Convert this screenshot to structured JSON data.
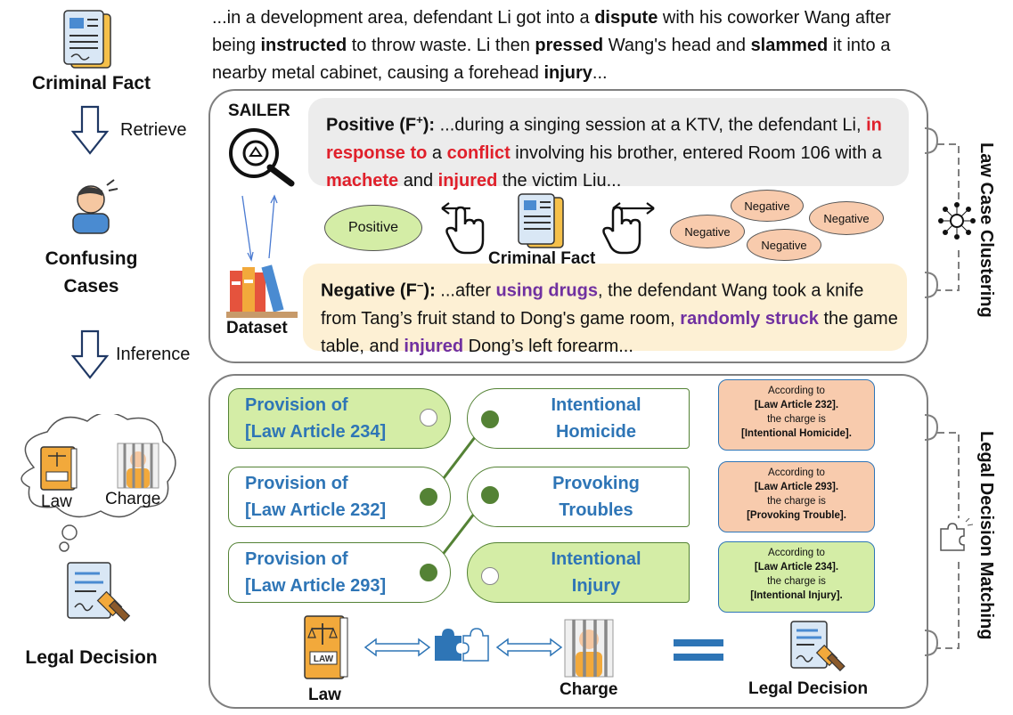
{
  "left": {
    "criminal_fact": "Criminal Fact",
    "retrieve": "Retrieve",
    "confusing_cases": "Confusing\nCases",
    "inference": "Inference",
    "law": "Law",
    "charge": "Charge",
    "legal_decision": "Legal Decision"
  },
  "fact": {
    "p1": "...in a development area, defendant Li got into a ",
    "b1": "dispute",
    "p2": " with his coworker Wang after being ",
    "b2": "instructed",
    "p3": " to throw waste. Li then ",
    "b3": "pressed",
    "p4": " Wang's head and ",
    "b4": "slammed",
    "p5": " it into a nearby metal cabinet, causing a forehead ",
    "b5": "injury",
    "p6": "..."
  },
  "top_panel": {
    "sailer": "SAILER",
    "dataset": "Dataset",
    "positive_label": "Positive (F",
    "positive_sup": "+",
    "positive_close": "):",
    "pos_t1": " ...during a singing session at a KTV, the defendant Li, ",
    "pos_r1": "in response to",
    "pos_t2": " a ",
    "pos_r2": "conflict",
    "pos_t3": " involving his brother, entered Room 106 with a ",
    "pos_r3": "machete",
    "pos_t4": " and ",
    "pos_r4": "injured",
    "pos_t5": " the victim Liu...",
    "negative_label": "Negative (F",
    "negative_sup": "−",
    "negative_close": "):",
    "neg_t1": " ...after ",
    "neg_p1": "using drugs",
    "neg_t2": ", the defendant Wang took a knife from Tang’s fruit stand to Dong's game room, ",
    "neg_p2": "randomly struck",
    "neg_t3": " the game table, and ",
    "neg_p3": "injured",
    "neg_t4": " Dong’s left forearm...",
    "positive_ellipse": "Positive",
    "negative_ellipse": "Negative",
    "criminal_fact": "Criminal Fact",
    "side_label": "Law Case Clustering"
  },
  "bottom_panel": {
    "laws": [
      {
        "line1": "Provision of",
        "line2": "[Law Article 234]"
      },
      {
        "line1": "Provision of",
        "line2": "[Law Article 232]"
      },
      {
        "line1": "Provision of",
        "line2": "[Law Article 293]"
      }
    ],
    "charges": [
      {
        "line1": "Intentional",
        "line2": "Homicide"
      },
      {
        "line1": "Provoking",
        "line2": "Troubles"
      },
      {
        "line1": "Intentional",
        "line2": "Injury"
      }
    ],
    "results": [
      {
        "l1": "According to",
        "l2": "[Law Article 232].",
        "l3": "the charge is",
        "l4": "[Intentional Homicide]."
      },
      {
        "l1": "According to",
        "l2": "[Law Article 293].",
        "l3": "the charge is",
        "l4": "[Provoking Trouble]."
      },
      {
        "l1": "According to",
        "l2": "[Law Article 234].",
        "l3": "the charge is",
        "l4": "[Intentional Injury]."
      }
    ],
    "law": "Law",
    "charge": "Charge",
    "legal_decision": "Legal Decision",
    "book_label": "LAW",
    "side_label": "Legal Decision Matching"
  },
  "colors": {
    "green_fill": "#d4eda6",
    "green_line": "#548235",
    "blue_text": "#2e75b6",
    "salmon": "#f8cbad",
    "red": "#e0202b",
    "purple": "#7030a0"
  }
}
